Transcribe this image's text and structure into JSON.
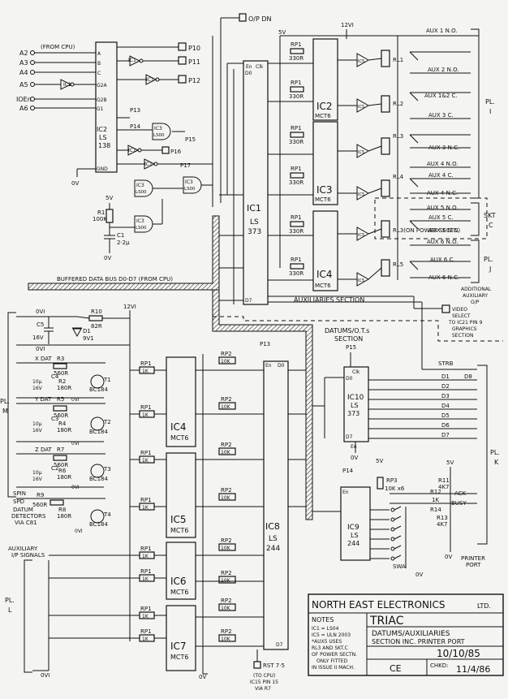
{
  "top_labels": {
    "op_dn": "O/P DN",
    "v12": "12VI",
    "v5": "5V"
  },
  "cpu_inputs": {
    "from_cpu": "(FROM CPU)",
    "a2": "A2",
    "a3": "A3",
    "a4": "A4",
    "a5": "A5",
    "io_en": "IOEn",
    "a6": "A6"
  },
  "decoder": {
    "ic2": "IC2",
    "ls138": "LS",
    "ls138b": "138",
    "gnd": "GND",
    "zero_v": "0V",
    "pins_a": "A",
    "pins_b": "B",
    "pins_c": "C",
    "g2a": "G2A",
    "g2b": "G2B",
    "g1": "G1",
    "p10": "P10",
    "p11": "P11",
    "p12": "P12",
    "p13": "P13",
    "p14": "P14",
    "p15": "P15",
    "p16": "P16",
    "p17": "P17",
    "ic1": "IC1",
    "ic3": "IC3",
    "ls00": "LS00"
  },
  "reset": {
    "v5": "5V",
    "r1": "R1",
    "r1v": "100K",
    "c1": "C1",
    "c1v": "2·2μ",
    "zero_v": "0V"
  },
  "bus": {
    "label": "BUFFERED DATA BUS D0-D7 (FROM CPU)"
  },
  "ic1_main": {
    "name": "IC1",
    "type": "LS",
    "num": "373",
    "en": "En",
    "clk": "Clk",
    "d0": "D0",
    "d7": "D7"
  },
  "relay_drivers": [
    {
      "ic": "IC2",
      "type": "MCT6",
      "rp": "RP1",
      "r": "330R"
    },
    {
      "ic": "IC3",
      "type": "MCT6",
      "rp": "RP1",
      "r": "330R"
    },
    {
      "ic": "IC4",
      "type": "MCT6",
      "rp": "RP1",
      "r": "330R"
    }
  ],
  "relays": [
    "RL1",
    "RL2",
    "RL3",
    "RL4",
    "RL3(ON POWER SECTN)",
    "RL5"
  ],
  "aux_outputs": [
    "AUX 1 N.O.",
    "AUX 2 N.O.",
    "AUX 1&2 C.",
    "AUX 3 C.",
    "AUX 3 N.C.",
    "AUX 4 N.O.",
    "AUX 4 C.",
    "AUX 4 N.C.",
    "AUX 5 N.O.",
    "AUX 5 C.",
    "AUX 5 N.C.",
    "AUX 6 N.O.",
    "AUX 6 C.",
    "AUX 6 N.C."
  ],
  "connectors": {
    "pl_i": "PL.",
    "pl_i2": "I",
    "skt_c": "SKT",
    "skt_c2": "C",
    "pl_j": "PL.",
    "pl_j2": "J",
    "pl_m": "PL.",
    "pl_m2": "M",
    "pl_k": "PL.",
    "pl_k2": "K",
    "pl_l": "PL.",
    "pl_l2": "L"
  },
  "aux_section": {
    "title": "AUXILIARIES SECTION",
    "additional": "ADDITIONAL",
    "auxiliary": "AUXILIARY",
    "op": "O/P",
    "video1": "VIDEO",
    "video2": "SELECT",
    "video3": "TO IC21 PIN 9",
    "video4": "GRAPHICS",
    "video5": "SECTION"
  },
  "datum_detectors": {
    "ovi": "0VI",
    "c5": "C5",
    "c5v": "16V",
    "r10": "R10",
    "r10v": "82R",
    "d1": "D1",
    "d1v": "9V1",
    "v12": "12VI",
    "xdat": "X DAT",
    "ydat": "Y DAT",
    "zdat": "Z DAT",
    "spin": "SPIN",
    "spd": "SPD",
    "r3": "R3",
    "r3v": "560R",
    "r2": "R2",
    "r2v": "180R",
    "c4": "C4",
    "r5": "R5",
    "r5v": "560R",
    "r4": "R4",
    "r4v": "180R",
    "c3": "C3",
    "r7": "R7",
    "r7v": "560R",
    "r6": "R6",
    "r6v": "180R",
    "c2": "C2",
    "r9": "R9",
    "r9v": "560R",
    "r8": "R8",
    "r8v": "180R",
    "cval": "10μ",
    "cvolt": "16V",
    "t1": "T1",
    "t2": "T2",
    "t3": "T3",
    "t4": "T4",
    "bc184": "BC184",
    "label1": "DATUM",
    "label2": "DETECTORS",
    "label3": "VIA C81"
  },
  "opto_inputs": [
    {
      "ic": "IC4",
      "type": "MCT6"
    },
    {
      "ic": "IC5",
      "type": "MCT6"
    },
    {
      "ic": "IC6",
      "type": "MCT6"
    },
    {
      "ic": "IC7",
      "type": "MCT6"
    }
  ],
  "resistors": {
    "rp1": "RP1",
    "rp1v": "1K",
    "rp2": "RP2",
    "rp2v": "10K"
  },
  "ic8": {
    "name": "IC8",
    "type": "LS",
    "num": "244",
    "p13": "P13",
    "en": "En",
    "d0": "D0",
    "d7": "D7"
  },
  "aux_inputs": {
    "l1": "AUXILIARY",
    "l2": "I/P SIGNALS",
    "zero_v": "0VI"
  },
  "datums_ots": {
    "title": "DATUMS/O.T.s",
    "section": "SECTION",
    "p15": "P15",
    "ic10": "IC10",
    "ls": "LS",
    "num": "373",
    "clk": "Clk",
    "d0": "D0",
    "d7": "D7",
    "en": "En",
    "zero_v": "0V"
  },
  "printer": {
    "strb": "STRB",
    "d1": "D1",
    "d2": "D2",
    "d3": "D3",
    "d4": "D4",
    "d5": "D5",
    "d6": "D6",
    "d7": "D7",
    "d8": "D8",
    "ack": "ACK",
    "busy": "BUSY",
    "r11": "R11",
    "r11v": "4K7",
    "r12": "R12",
    "r12v": "1K",
    "r13": "R13",
    "r13v": "4K7",
    "r14": "R14",
    "v5": "5V",
    "port1": "PRINTER",
    "port2": "PORT",
    "zero_v": "0V"
  },
  "ic9": {
    "p14": "P14",
    "name": "IC9",
    "type": "LS",
    "num": "244",
    "en": "En",
    "rp3": "RP3",
    "rp3v": "10K x6",
    "v5": "5V",
    "swa": "SWA",
    "zero_v": "0V"
  },
  "bottom": {
    "zero_v": "0V",
    "zero_vi": "0VI",
    "rst1": "RST 7·5",
    "rst2": "(TO CPU)",
    "rst3": "IC15 PIN 15",
    "rst4": "VIA R7"
  },
  "title_block": {
    "company": "NORTH EAST ELECTRONICS",
    "ltd": "LTD.",
    "project": "TRIAC",
    "notes_head": "NOTES",
    "notes": [
      "IC1 = LS04",
      "IC5 = ULN 2003",
      "*AUX5 USES",
      "RL3 AND SKT.C",
      "OF POWER SECTN.",
      "ONLY FITTED",
      "IN ISSUE II MACH."
    ],
    "desc1": "DATUMS/AUXILIARIES",
    "desc2": "SECTION INC. PRINTER PORT",
    "date": "10/10/85",
    "drawn": "CE",
    "chkd_label": "CHKD:",
    "chkd_date": "11/4/86"
  }
}
